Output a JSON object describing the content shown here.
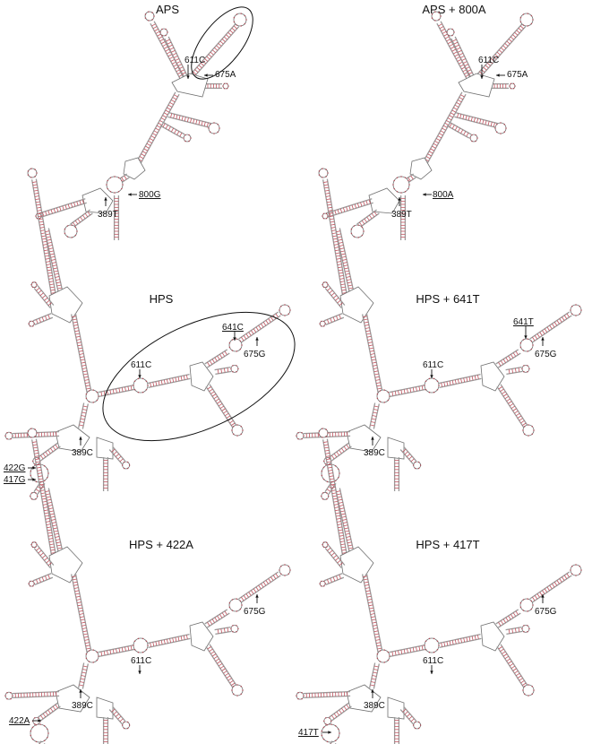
{
  "panels": [
    {
      "id": "aps",
      "title": "APS",
      "labels": [
        {
          "id": "611c",
          "text": "611C",
          "underline": false
        },
        {
          "id": "675a",
          "text": "675A",
          "underline": false
        },
        {
          "id": "800g",
          "text": "800G",
          "underline": true
        },
        {
          "id": "389t",
          "text": "389T",
          "underline": false
        }
      ],
      "highlight_ellipse": true
    },
    {
      "id": "aps-800a",
      "title": "APS + 800A",
      "labels": [
        {
          "id": "611c",
          "text": "611C",
          "underline": false
        },
        {
          "id": "675a",
          "text": "675A",
          "underline": false
        },
        {
          "id": "800a",
          "text": "800A",
          "underline": true
        },
        {
          "id": "389t",
          "text": "389T",
          "underline": false
        }
      ],
      "highlight_ellipse": false
    },
    {
      "id": "hps",
      "title": "HPS",
      "labels": [
        {
          "id": "641c",
          "text": "641C",
          "underline": true
        },
        {
          "id": "675g",
          "text": "675G",
          "underline": false
        },
        {
          "id": "611c",
          "text": "611C",
          "underline": false
        },
        {
          "id": "389c",
          "text": "389C",
          "underline": false
        },
        {
          "id": "422g",
          "text": "422G",
          "underline": true
        },
        {
          "id": "417g",
          "text": "417G",
          "underline": true
        }
      ],
      "highlight_ellipse": true
    },
    {
      "id": "hps-641t",
      "title": "HPS + 641T",
      "labels": [
        {
          "id": "641t",
          "text": "641T",
          "underline": true
        },
        {
          "id": "675g",
          "text": "675G",
          "underline": false
        },
        {
          "id": "611c",
          "text": "611C",
          "underline": false
        },
        {
          "id": "389c",
          "text": "389C",
          "underline": false
        }
      ],
      "highlight_ellipse": false
    },
    {
      "id": "hps-422a",
      "title": "HPS + 422A",
      "labels": [
        {
          "id": "675g",
          "text": "675G",
          "underline": false
        },
        {
          "id": "611c",
          "text": "611C",
          "underline": false
        },
        {
          "id": "389c",
          "text": "389C",
          "underline": false
        },
        {
          "id": "422a",
          "text": "422A",
          "underline": true
        }
      ],
      "highlight_ellipse": false
    },
    {
      "id": "hps-417t",
      "title": "HPS + 417T",
      "labels": [
        {
          "id": "675g",
          "text": "675G",
          "underline": false
        },
        {
          "id": "611c",
          "text": "611C",
          "underline": false
        },
        {
          "id": "389c",
          "text": "389C",
          "underline": false
        },
        {
          "id": "417t",
          "text": "417T",
          "underline": true
        }
      ],
      "highlight_ellipse": false
    }
  ]
}
